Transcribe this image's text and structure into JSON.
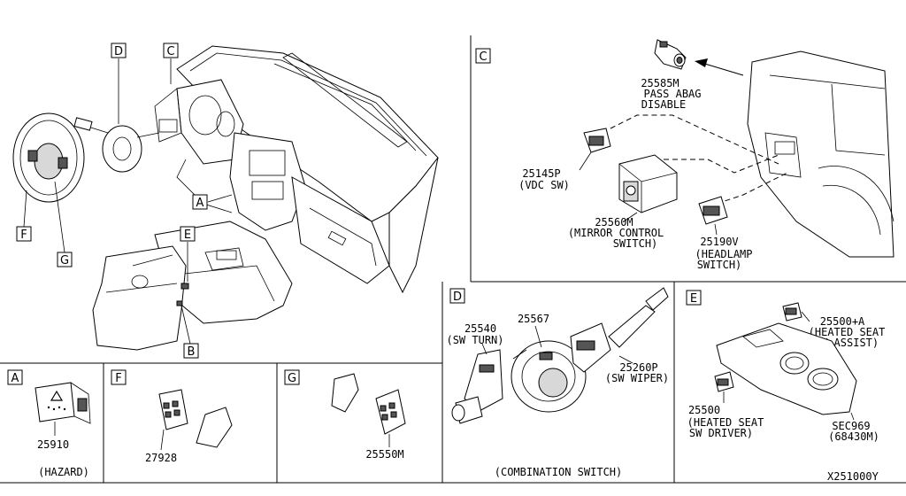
{
  "labels": {
    "a": "A",
    "b": "B",
    "c": "C",
    "d": "D",
    "e": "E",
    "f": "F",
    "g": "G"
  },
  "parts": {
    "p25585m": {
      "number": "25585M",
      "desc1": "PASS ABAG",
      "desc2": "DISABLE"
    },
    "p25145p": {
      "number": "25145P",
      "desc1": "(VDC SW)"
    },
    "p25560m": {
      "number": "25560M",
      "desc1": "(MIRROR CONTROL",
      "desc2": "SWITCH)"
    },
    "p25190v": {
      "number": "25190V",
      "desc1": "(HEADLAMP",
      "desc2": "SWITCH)"
    },
    "p25540": {
      "number": "25540",
      "desc1": "(SW TURN)"
    },
    "p25567": {
      "number": "25567"
    },
    "p25260p": {
      "number": "25260P",
      "desc1": "(SW WIPER)"
    },
    "p25500a": {
      "number": "25500+A",
      "desc1": "(HEATED SEAT",
      "desc2": "SW ASSIST)"
    },
    "p25500": {
      "number": "25500",
      "desc1": "(HEATED SEAT",
      "desc2": "SW DRIVER)"
    },
    "sec969": {
      "number": "SEC969",
      "desc1": "(68430M)"
    },
    "p25910": {
      "number": "25910",
      "desc1": "(HAZARD)"
    },
    "p27928": {
      "number": "27928"
    },
    "p25550m": {
      "number": "25550M"
    }
  },
  "captions": {
    "combination": "(COMBINATION SWITCH)",
    "diagram_id": "X251000Y"
  }
}
